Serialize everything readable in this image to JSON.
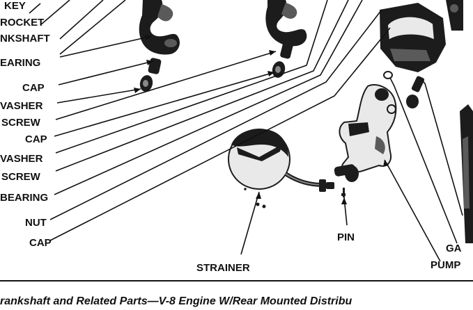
{
  "labels": {
    "key": "KEY",
    "sprocket": "ROCKET",
    "crankshaft": "NKSHAFT",
    "bearing_1": "EARING",
    "cap_1": "CAP",
    "washer_1": "VASHER",
    "screw_1": "SCREW",
    "cap_2": "CAP",
    "washer_2": "VASHER",
    "screw_2": "SCREW",
    "bearing_2": "BEARING",
    "nut": "NUT",
    "cap_3": "CAP",
    "pin": "PIN",
    "strainer": "STRAINER",
    "gasket": "GA",
    "pump": "PUMP"
  },
  "caption": "rankshaft and Related Parts—V-8 Engine  W/Rear Mounted Distribu"
}
